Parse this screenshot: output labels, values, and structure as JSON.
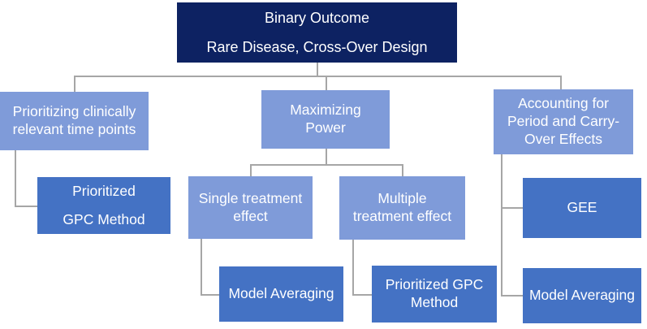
{
  "diagram_title": "Binary Outcome Rare Disease Cross-Over Design decision tree",
  "colors": {
    "level1": "#0d2262",
    "level2": "#7f9bd9",
    "level3": "#4472c4",
    "connector": "#a6a6a6",
    "canvas": "#ffffff",
    "text": "#ffffff"
  },
  "nodes": {
    "root": {
      "line1": "Binary Outcome",
      "line2": "Rare Disease, Cross-Over Design"
    },
    "time_points": {
      "label": "Prioritizing clinically relevant time points"
    },
    "power": {
      "label": "Maximizing Power"
    },
    "period": {
      "label": "Accounting for Period and Carry-Over Effects"
    },
    "gpc_left": {
      "line1": "Prioritized",
      "line2": "GPC Method"
    },
    "single": {
      "label": "Single treatment effect"
    },
    "multiple": {
      "label": "Multiple treatment effect"
    },
    "gee": {
      "label": "GEE"
    },
    "model_avg_center": {
      "label": "Model Averaging"
    },
    "gpc_center": {
      "label": "Prioritized GPC Method"
    },
    "model_avg_right": {
      "label": "Model Averaging"
    }
  },
  "edges": [
    {
      "from": "root",
      "to": "time_points"
    },
    {
      "from": "root",
      "to": "power"
    },
    {
      "from": "root",
      "to": "period"
    },
    {
      "from": "time_points",
      "to": "gpc_left"
    },
    {
      "from": "power",
      "to": "single"
    },
    {
      "from": "power",
      "to": "multiple"
    },
    {
      "from": "single",
      "to": "model_avg_center"
    },
    {
      "from": "multiple",
      "to": "gpc_center"
    },
    {
      "from": "period",
      "to": "gee"
    },
    {
      "from": "period",
      "to": "model_avg_right"
    }
  ]
}
